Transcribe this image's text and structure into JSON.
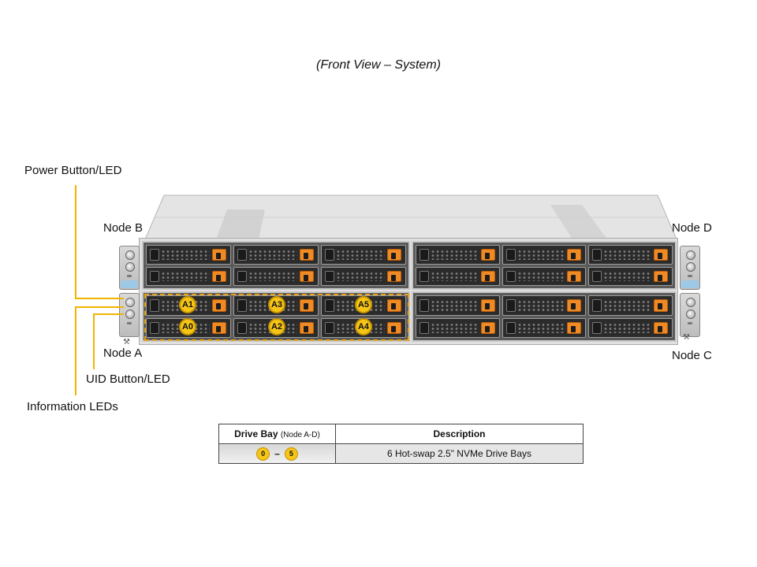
{
  "caption": "(Front View – System)",
  "labels": {
    "power": "Power Button/LED",
    "uid": "UID Button/LED",
    "info": "Information  LEDs",
    "node_a": "Node A",
    "node_b": "Node B",
    "node_c": "Node C",
    "node_d": "Node D"
  },
  "bay_tags": [
    "A1",
    "A3",
    "A5",
    "A0",
    "A2",
    "A4"
  ],
  "table": {
    "col1_header": "Drive Bay",
    "col1_header_note": "(Node A-D)",
    "col2_header": "Description",
    "row": {
      "bay_start": "0",
      "bay_separator": "–",
      "bay_end": "5",
      "description": "6 Hot-swap  2.5\" NVMe  Drive  Bays"
    }
  },
  "colors": {
    "leader": "#f2b200",
    "tag_fill": "#f5c518",
    "latch": "#f08a24",
    "dash_box": "#e8a317"
  }
}
